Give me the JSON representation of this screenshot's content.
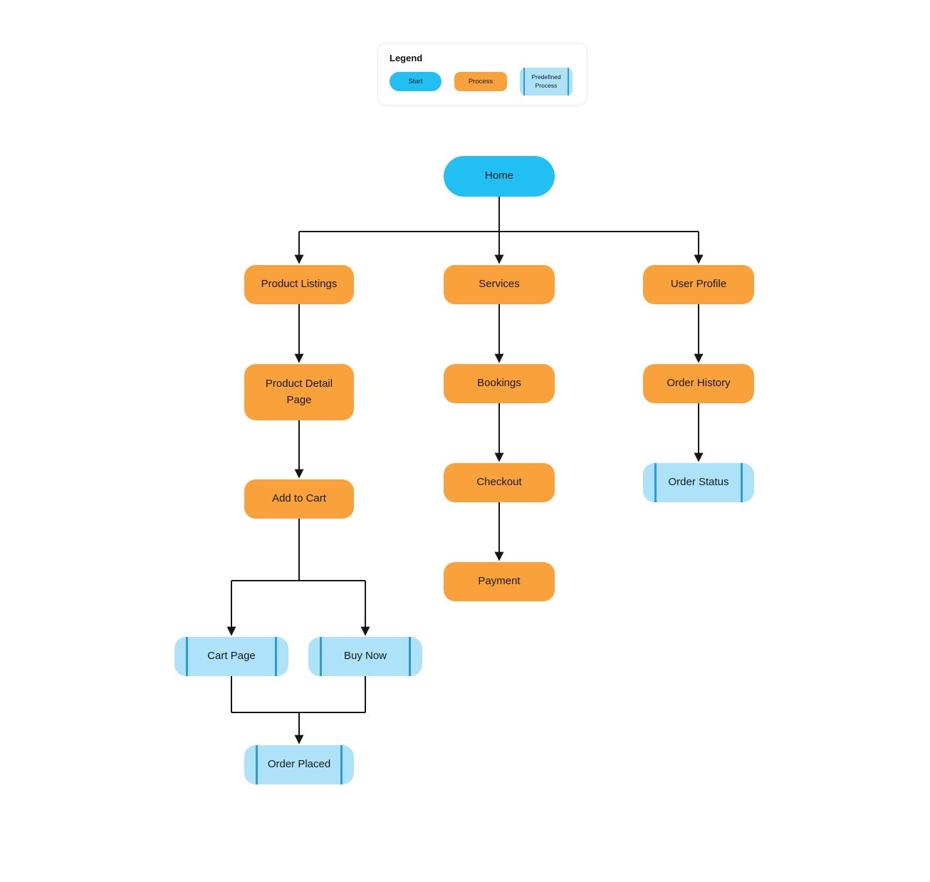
{
  "colors": {
    "start_fill": "#22C0F2",
    "process_fill": "#F9A23C",
    "predefined_fill": "#ADE2F9",
    "predefined_bar": "#2E9BD6",
    "line_color": "#151515",
    "label_color": "#16191D"
  },
  "legend": {
    "title": "Legend",
    "items": [
      {
        "id": "start",
        "label": "Start"
      },
      {
        "id": "process",
        "label": "Process"
      },
      {
        "id": "predefined",
        "label": "Predefined Process"
      }
    ]
  },
  "nodes": {
    "home": {
      "label": "Home",
      "type": "start"
    },
    "product_listings": {
      "label": "Product Listings",
      "type": "process"
    },
    "services": {
      "label": "Services",
      "type": "process"
    },
    "user_profile": {
      "label": "User Profile",
      "type": "process"
    },
    "product_detail_page": {
      "label": "Product Detail Page",
      "type": "process"
    },
    "bookings": {
      "label": "Bookings",
      "type": "process"
    },
    "order_history": {
      "label": "Order History",
      "type": "process"
    },
    "add_to_cart": {
      "label": "Add to Cart",
      "type": "process"
    },
    "checkout": {
      "label": "Checkout",
      "type": "process"
    },
    "order_status": {
      "label": "Order Status",
      "type": "predefined"
    },
    "payment": {
      "label": "Payment",
      "type": "process"
    },
    "cart_page": {
      "label": "Cart Page",
      "type": "predefined"
    },
    "buy_now": {
      "label": "Buy Now",
      "type": "predefined"
    },
    "order_placed": {
      "label": "Order Placed",
      "type": "predefined"
    }
  },
  "edges": [
    {
      "from": "home",
      "to": "product_listings"
    },
    {
      "from": "home",
      "to": "services"
    },
    {
      "from": "home",
      "to": "user_profile"
    },
    {
      "from": "product_listings",
      "to": "product_detail_page"
    },
    {
      "from": "product_detail_page",
      "to": "add_to_cart"
    },
    {
      "from": "add_to_cart",
      "to": "cart_page"
    },
    {
      "from": "add_to_cart",
      "to": "buy_now"
    },
    {
      "from": "cart_page",
      "to": "order_placed"
    },
    {
      "from": "buy_now",
      "to": "order_placed"
    },
    {
      "from": "services",
      "to": "bookings"
    },
    {
      "from": "bookings",
      "to": "checkout"
    },
    {
      "from": "checkout",
      "to": "payment"
    },
    {
      "from": "user_profile",
      "to": "order_history"
    },
    {
      "from": "order_history",
      "to": "order_status"
    }
  ]
}
